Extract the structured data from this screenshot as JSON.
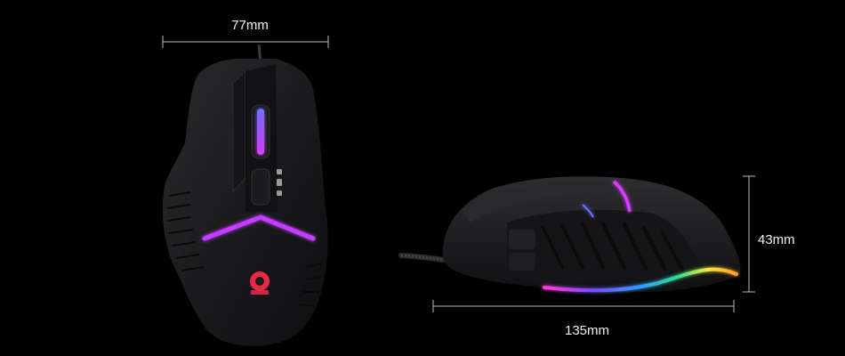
{
  "dimensions": {
    "width_label": "77mm",
    "height_label": "43mm",
    "length_label": "135mm"
  },
  "colors": {
    "background": "#000000",
    "mouse_body": "#1d1d1f",
    "glow_magenta": "#d23cff",
    "glow_violet": "#8a3cff",
    "logo_red": "#ff2a4d"
  }
}
